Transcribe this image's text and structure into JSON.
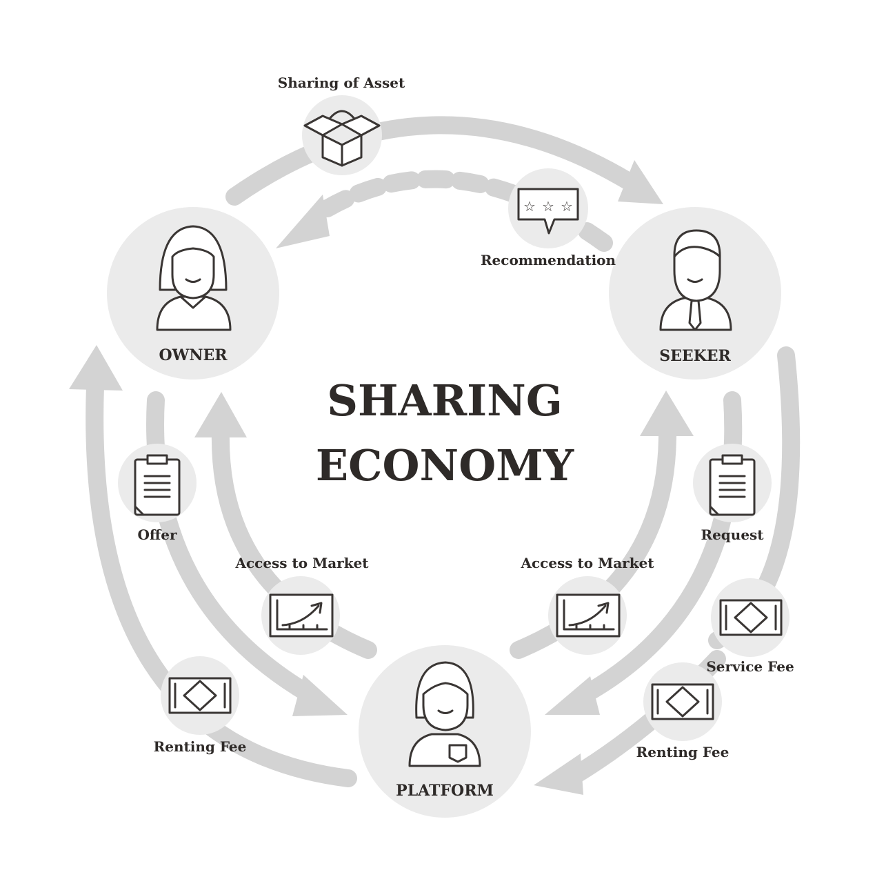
{
  "title": {
    "line1": "SHARING",
    "line2": "ECONOMY"
  },
  "roles": {
    "owner": "OWNER",
    "seeker": "SEEKER",
    "platform": "PLATFORM"
  },
  "flows": {
    "sharing_of_asset": "Sharing of Asset",
    "recommendation": "Recommendation",
    "offer": "Offer",
    "request": "Request",
    "access_to_market_left": "Access to Market",
    "access_to_market_right": "Access to Market",
    "service_fee": "Service Fee",
    "renting_fee_left": "Renting Fee",
    "renting_fee_right": "Renting Fee"
  },
  "icons": {
    "sharing_of_asset": "open-box-icon",
    "recommendation": "rating-stars-bubble-icon",
    "offer": "clipboard-document-icon",
    "request": "clipboard-document-icon",
    "access_to_market": "growth-chart-icon",
    "fee": "banknote-icon",
    "owner": "woman-avatar-icon",
    "seeker": "businessman-avatar-icon",
    "platform": "support-person-avatar-icon"
  },
  "colors": {
    "arrow": "#d3d3d3",
    "bubble": "#ebebeb",
    "ink": "#2e2a28"
  }
}
